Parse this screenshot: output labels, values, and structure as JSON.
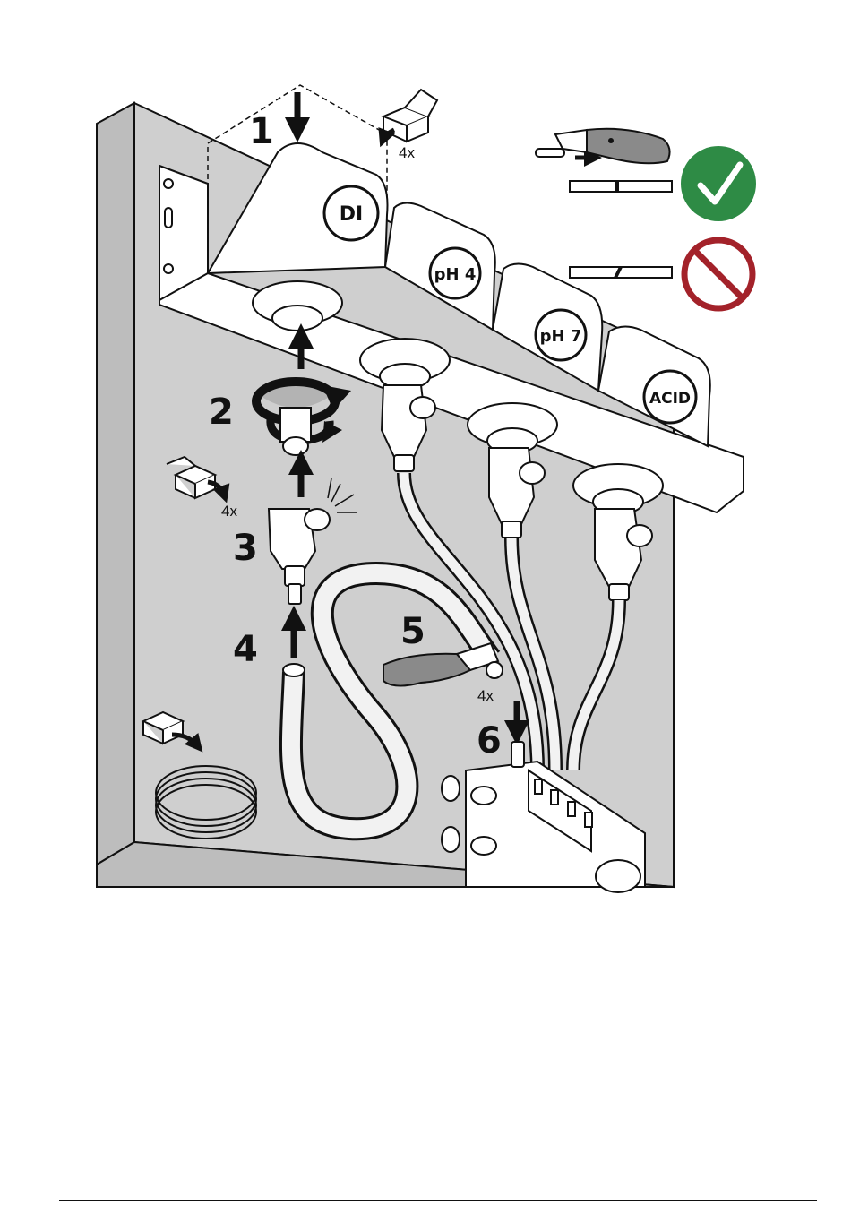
{
  "steps": [
    "1",
    "2",
    "3",
    "4",
    "5",
    "6"
  ],
  "multipliers": {
    "step1": "4x",
    "fitting": "4x",
    "cutter": "4x"
  },
  "labels": {
    "di": "DI",
    "ph4": "pH 4",
    "ph7": "pH 7",
    "acid": "ACID"
  },
  "colors": {
    "panel": "#cfcfcf",
    "panel_edge": "#bdbdbd",
    "bracket": "#ffffff",
    "tube": "#f2f2f2",
    "correct": "#2e8b45",
    "incorrect": "#a3222a",
    "knife": "#8a8a8a",
    "line": "#111111"
  },
  "icons": [
    "checkmark-icon",
    "prohibited-icon",
    "utility-knife-icon",
    "box-icon",
    "tube-coil-icon"
  ]
}
